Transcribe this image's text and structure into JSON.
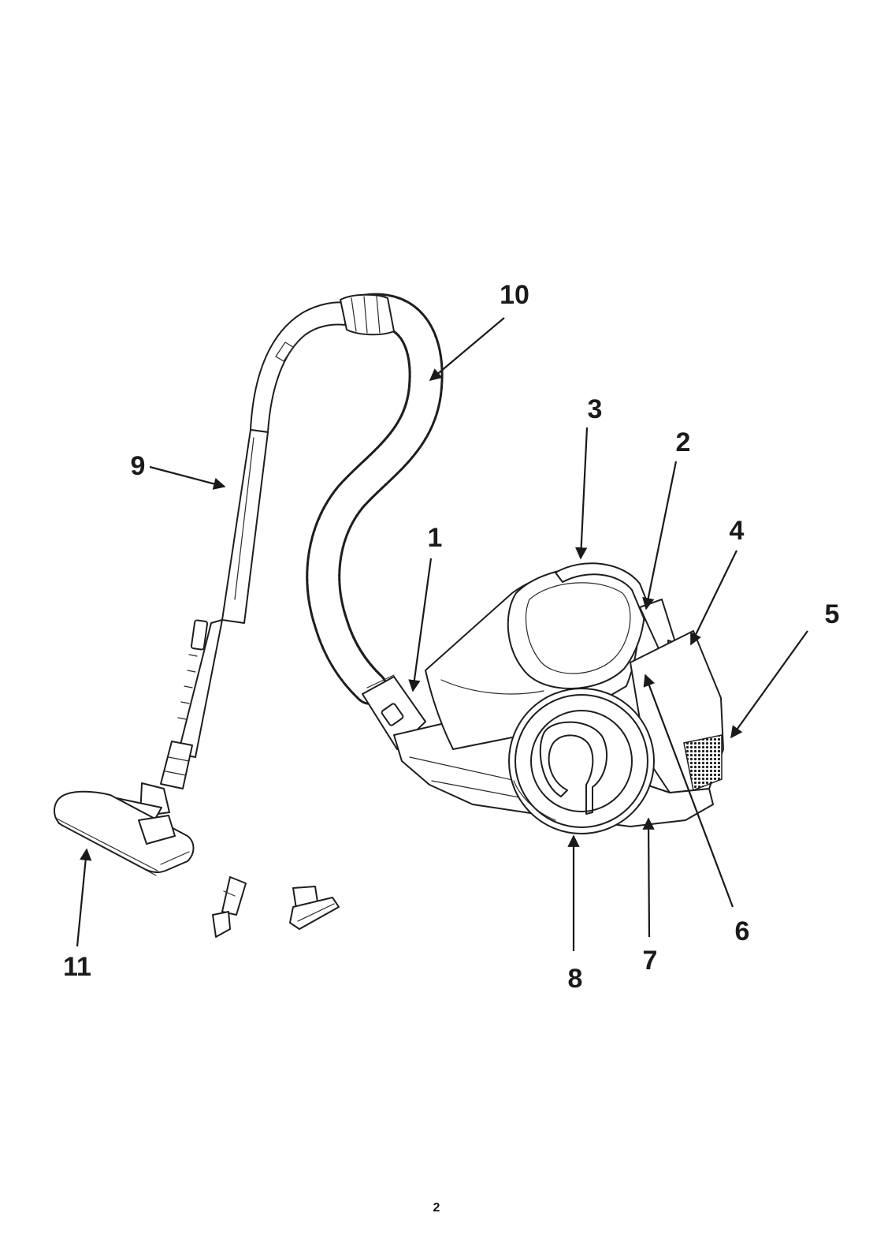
{
  "diagram": {
    "callouts": [
      {
        "id": "1",
        "label": "1"
      },
      {
        "id": "2",
        "label": "2"
      },
      {
        "id": "3",
        "label": "3"
      },
      {
        "id": "4",
        "label": "4"
      },
      {
        "id": "5",
        "label": "5"
      },
      {
        "id": "6",
        "label": "6"
      },
      {
        "id": "7",
        "label": "7"
      },
      {
        "id": "8",
        "label": "8"
      },
      {
        "id": "9",
        "label": "9"
      },
      {
        "id": "10",
        "label": "10"
      },
      {
        "id": "11",
        "label": "11"
      }
    ]
  },
  "page": {
    "number": "2"
  }
}
